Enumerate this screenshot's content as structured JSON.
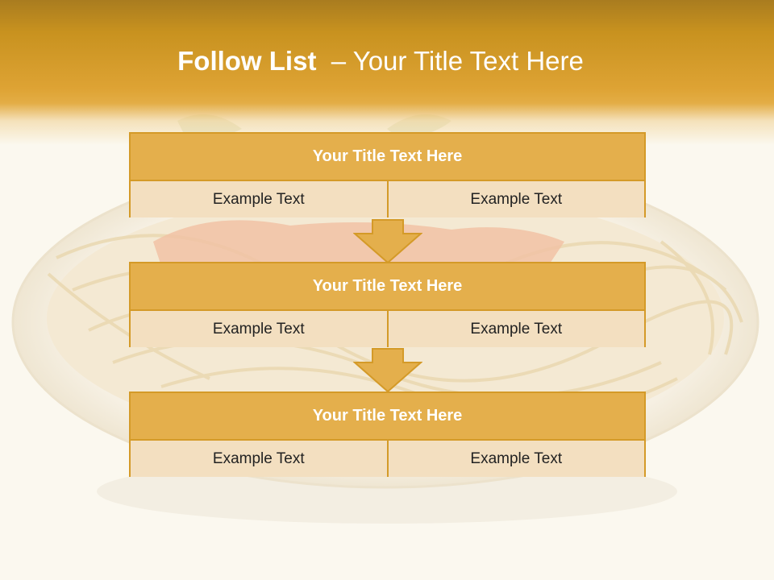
{
  "slide": {
    "title_bold": "Follow List",
    "title_rest": "  – Your Title Text Here"
  },
  "steps": [
    {
      "title": "Your Title Text Here",
      "left": "Example Text",
      "right": "Example Text"
    },
    {
      "title": "Your Title Text Here",
      "left": "Example Text",
      "right": "Example Text"
    },
    {
      "title": "Your Title Text Here",
      "left": "Example Text",
      "right": "Example Text"
    }
  ],
  "colors": {
    "accent": "#e4af4c",
    "border": "#d49a28",
    "cell": "#f3dfc0",
    "header_dark": "#a97c1f"
  }
}
